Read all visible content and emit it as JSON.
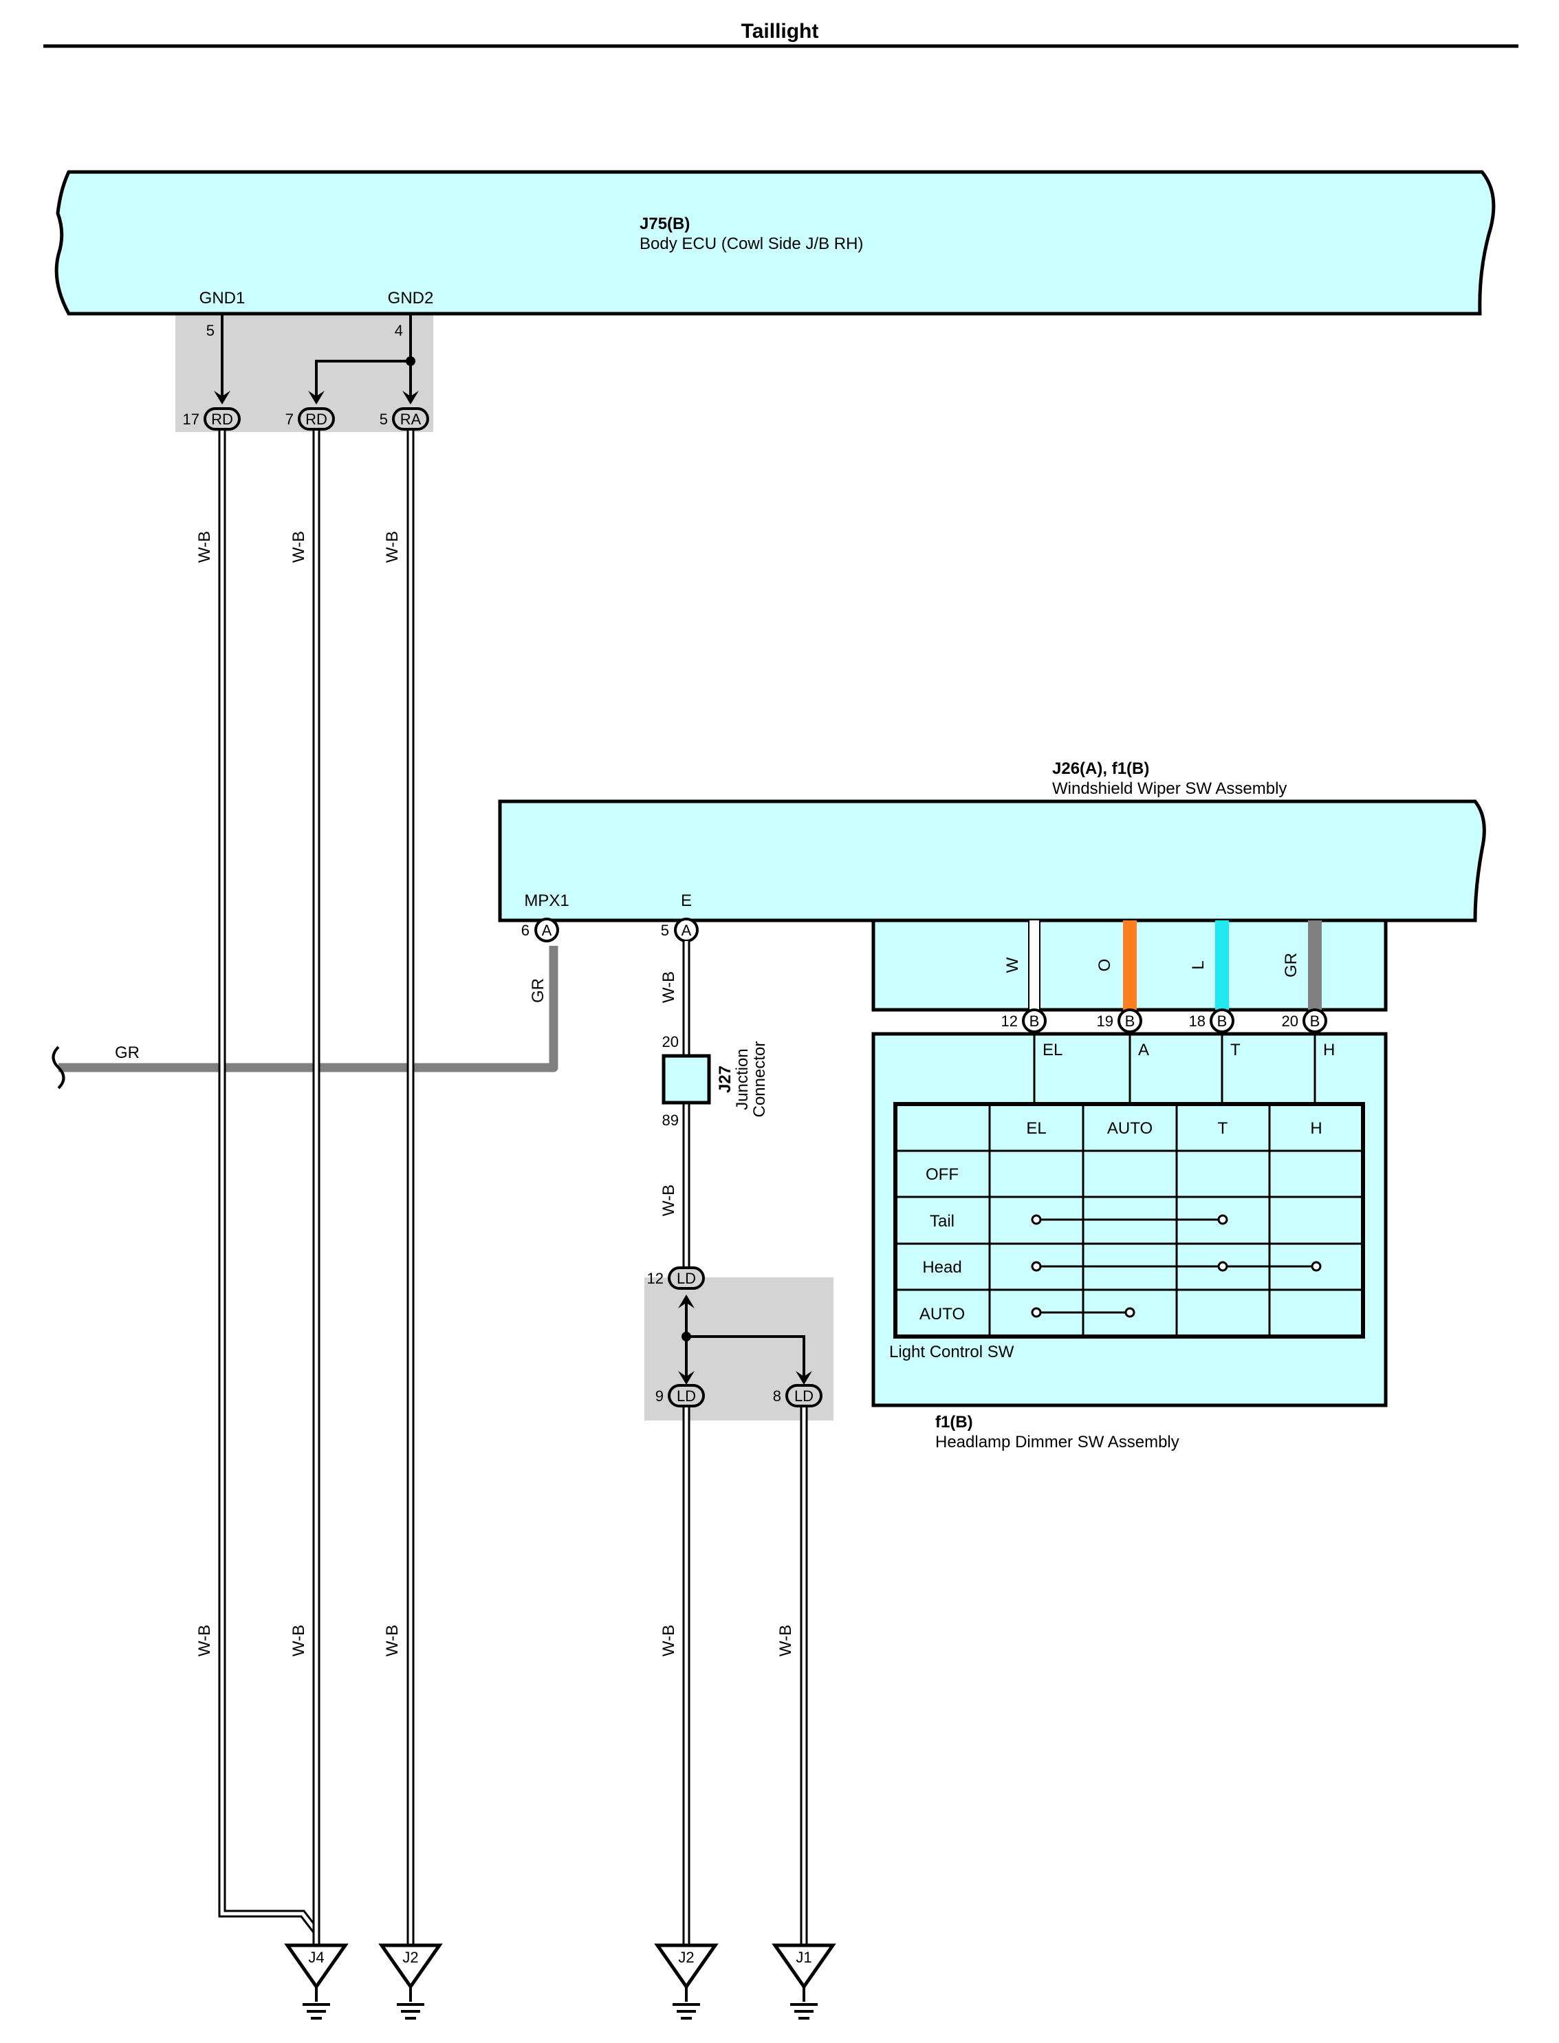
{
  "title": "Taillight",
  "body_ecu": {
    "code": "J75(B)",
    "name": "Body ECU (Cowl Side J/B RH)",
    "pin_gnd1": "GND1",
    "pin_gnd2": "GND2",
    "pin_num_gnd1": "5",
    "pin_num_gnd2": "4"
  },
  "junction_r": [
    {
      "num": "17",
      "code": "RD"
    },
    {
      "num": "7",
      "code": "RD"
    },
    {
      "num": "5",
      "code": "RA"
    }
  ],
  "wiper_sw": {
    "code": "J26(A), f1(B)",
    "name": "Windshield Wiper SW Assembly",
    "term_mpx1": "MPX1",
    "term_e": "E",
    "pin_mpx1_num": "6",
    "pin_mpx1_code": "A",
    "pin_e_num": "5",
    "pin_e_code": "A"
  },
  "inner_wires": [
    "W",
    "O",
    "L",
    "GR"
  ],
  "inner_wire_colors": {
    "W": "#ffffff",
    "O": "#ff7f1f",
    "L": "#1fe8f0",
    "GR": "#808080"
  },
  "dimmer_pins": [
    {
      "num": "12",
      "code": "B",
      "term": "EL"
    },
    {
      "num": "19",
      "code": "B",
      "term": "A"
    },
    {
      "num": "18",
      "code": "B",
      "term": "T"
    },
    {
      "num": "20",
      "code": "B",
      "term": "H"
    }
  ],
  "switch_table": {
    "headers": [
      "EL",
      "AUTO",
      "T",
      "H"
    ],
    "rows": [
      "OFF",
      "Tail",
      "Head",
      "AUTO"
    ],
    "label": "Light Control SW"
  },
  "dimmer": {
    "code": "f1(B)",
    "name": "Headlamp Dimmer SW Assembly"
  },
  "j27": {
    "code": "J27",
    "line1": "Junction",
    "line2": "Connector",
    "pin_top": "20",
    "pin_bottom": "89"
  },
  "junction_l": [
    {
      "num": "12",
      "code": "LD"
    },
    {
      "num": "9",
      "code": "LD"
    },
    {
      "num": "8",
      "code": "LD"
    }
  ],
  "wire_colors": {
    "wb": "W-B",
    "gr": "GR"
  },
  "grounds": [
    "J4",
    "J2",
    "J2",
    "J1"
  ]
}
